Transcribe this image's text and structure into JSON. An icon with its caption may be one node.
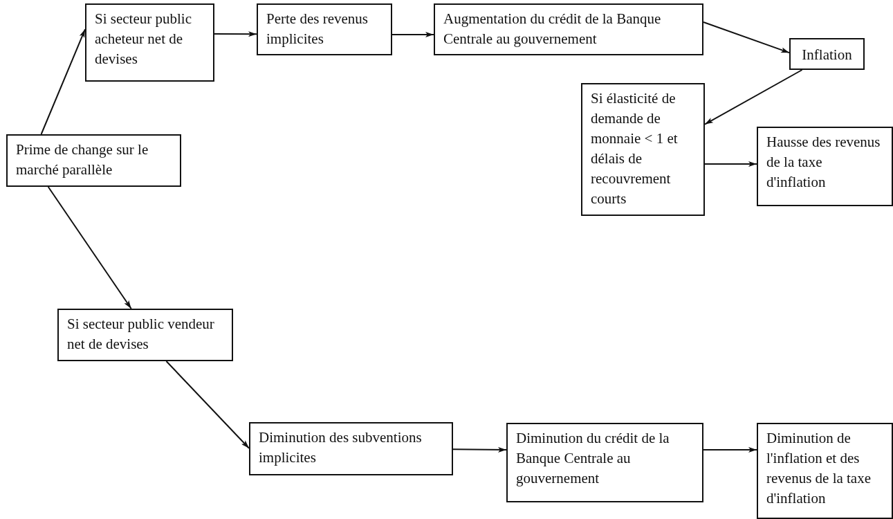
{
  "diagram": {
    "nodes": [
      {
        "text": [
          "Prime de change sur le marché parallèle"
        ]
      },
      {
        "text": [
          "Si secteur public acheteur net de devises"
        ]
      },
      {
        "text": [
          "Perte des revenus implicites"
        ]
      },
      {
        "text": [
          "Augmentation du crédit de la Banque Centrale au gouvernement"
        ]
      },
      {
        "text": [
          "Inflation"
        ]
      },
      {
        "text": [
          "Si élasticité de demande de monnaie < 1 et délais de recouvrement courts"
        ]
      },
      {
        "text": [
          "Hausse des revenus de la taxe d'inflation"
        ]
      },
      {
        "text": [
          "Si secteur public vendeur net de devises"
        ]
      },
      {
        "text": [
          "Diminution des subventions implicites"
        ]
      },
      {
        "text": [
          "Diminution du crédit de la Banque Centrale au gouvernement"
        ]
      },
      {
        "text": [
          "Diminution de l'inflation et des revenus de la taxe d'inflation"
        ]
      }
    ],
    "edges": [
      {
        "from": 0,
        "to": 1,
        "arrow": "to"
      },
      {
        "from": 1,
        "to": 2,
        "arrow": "to"
      },
      {
        "from": 2,
        "to": 3,
        "arrow": "to"
      },
      {
        "from": 3,
        "to": 4,
        "arrow": "to"
      },
      {
        "from": 4,
        "to": 5,
        "arrow": "to"
      },
      {
        "from": 5,
        "to": 6,
        "arrow": "to"
      },
      {
        "from": 0,
        "to": 7,
        "arrow": "to"
      },
      {
        "from": 7,
        "to": 8,
        "arrow": "to"
      },
      {
        "from": 8,
        "to": 9,
        "arrow": "to"
      },
      {
        "from": 9,
        "to": 10,
        "arrow": "to"
      }
    ]
  }
}
